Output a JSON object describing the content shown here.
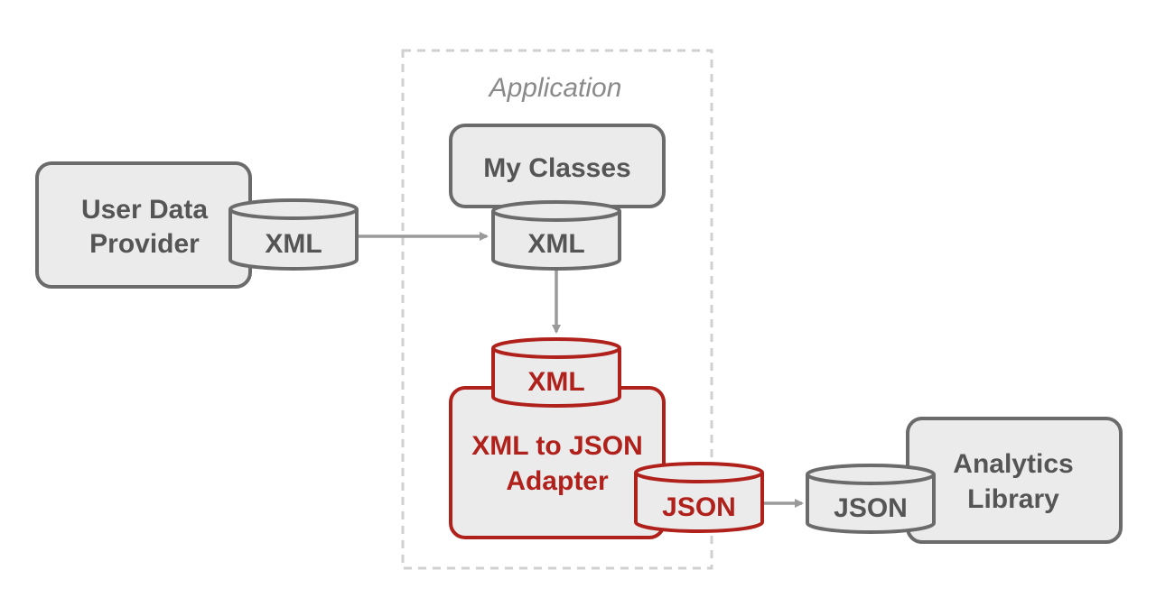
{
  "container": {
    "label": "Application"
  },
  "nodes": {
    "user_data_provider": {
      "line1": "User Data",
      "line2": "Provider",
      "port_label": "XML"
    },
    "my_classes": {
      "label": "My Classes",
      "port_label": "XML"
    },
    "adapter": {
      "line1": "XML to JSON",
      "line2": "Adapter",
      "input_port_label": "XML",
      "output_port_label": "JSON"
    },
    "analytics_library": {
      "line1": "Analytics",
      "line2": "Library",
      "port_label": "JSON"
    }
  },
  "colors": {
    "gray_stroke": "#6b6b6b",
    "gray_text": "#555555",
    "highlight_red": "#b0211c",
    "fill": "#ebebeb",
    "arrow": "#9a9a9a",
    "container_dash": "#d0d0d0"
  }
}
